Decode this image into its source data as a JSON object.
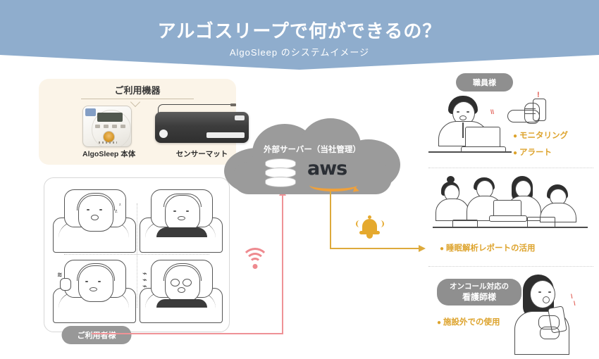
{
  "header": {
    "title": "アルゴスリープで何ができるの？",
    "subtitle": "AlgoSleep のシステムイメージ",
    "bg_color": "#8fadcd"
  },
  "device_panel": {
    "title": "ご利用機器",
    "bg_color": "#fbf4e8",
    "devices": [
      {
        "label": "AlgoSleep 本体",
        "icon": "control-unit-icon"
      },
      {
        "label": "センサーマット",
        "icon": "sensor-mat-icon"
      }
    ]
  },
  "residents": {
    "badge": "ご利用者様",
    "badge_color": "#989898",
    "beds": [
      {
        "icon": "sleeping-person-icon",
        "state": "sleeping-snoring"
      },
      {
        "icon": "sleeping-person-icon",
        "state": "sleeping-calm"
      },
      {
        "icon": "sleeping-person-icon",
        "state": "restless"
      },
      {
        "icon": "sleeping-person-icon",
        "state": "distressed"
      }
    ]
  },
  "connection": {
    "wifi_icon": "wifi-icon",
    "wifi_color": "#ee8a8f",
    "uplink_arrow_color": "#ef9296",
    "alert_arrow_color": "#ddaa3c",
    "bell_icon": "alert-bell-icon",
    "bell_color": "#e5a92e"
  },
  "cloud": {
    "label": "外部サーバー（当社管理）",
    "color": "#9b9b9b",
    "database_icon": "database-stack-icon",
    "provider_logo": "aws-logo",
    "provider_name": "aws",
    "provider_accent": "#f0a13a"
  },
  "right_column": {
    "sections": [
      {
        "badge": "職員様",
        "badge_lines": [
          "職員様"
        ],
        "illustration": "staff-laptop-and-phone-icon",
        "bullets": [
          "モニタリング",
          "アラート"
        ]
      },
      {
        "badge": null,
        "badge_lines": [],
        "illustration": "team-meeting-icon",
        "bullets": [
          "睡眠解析レポートの活用"
        ]
      },
      {
        "badge": "オンコール対応の 看護師様",
        "badge_lines": [
          "オンコール対応の",
          "看護師様"
        ],
        "illustration": "nurse-smartphone-icon",
        "bullets": [
          "施設外での使用"
        ]
      }
    ],
    "bullet_color": "#dda32c",
    "badge_color": "#8f8f8f"
  }
}
